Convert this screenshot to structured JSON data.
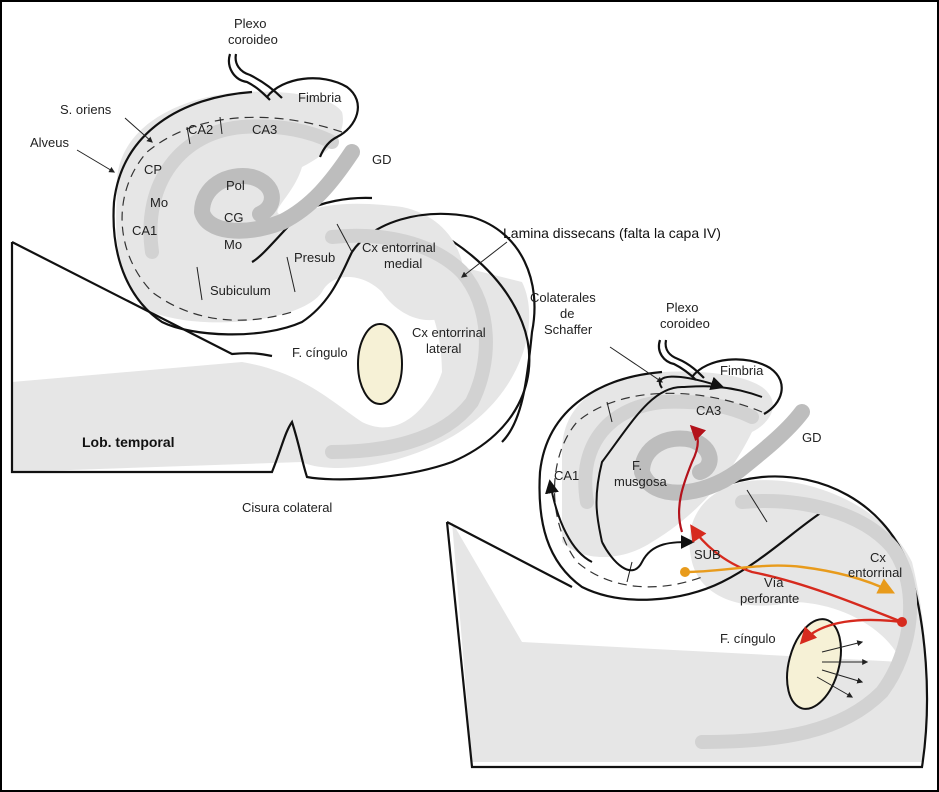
{
  "colors": {
    "tissue": "#e6e6e6",
    "dentate": "#bdbdbd",
    "cingulum": "#f6f1d6",
    "mossy_red": "#b3121b",
    "perforant_red": "#d62a1e",
    "subicular_orange": "#e89b1c",
    "schaffer_black": "#111111"
  },
  "left_panel": {
    "plexo_line1": "Plexo",
    "plexo_line2": "coroideo",
    "fimbria": "Fimbria",
    "s_oriens": "S. oriens",
    "alveus": "Alveus",
    "ca2": "CA2",
    "ca3": "CA3",
    "gd": "GD",
    "cp": "CP",
    "pol": "Pol",
    "mo_upper": "Mo",
    "cg": "CG",
    "ca1": "CA1",
    "mo_lower": "Mo",
    "presub": "Presub",
    "subiculum": "Subiculum",
    "cx_medial_line1": "Cx entorrinal",
    "cx_medial_line2": "medial",
    "lamina": "Lamina dissecans (falta la capa IV)",
    "cx_lateral_line1": "Cx entorrinal",
    "cx_lateral_line2": "lateral",
    "f_cingulo": "F. cíngulo",
    "lob_temporal": "Lob. temporal",
    "cisura": "Cisura colateral"
  },
  "right_panel": {
    "colaterales_line1": "Colaterales",
    "colaterales_line2": "de",
    "colaterales_line3": "Schaffer",
    "plexo_line1": "Plexo",
    "plexo_line2": "coroideo",
    "fimbria": "Fimbria",
    "ca3": "CA3",
    "gd": "GD",
    "ca1": "CA1",
    "f_musgosa_line1": "F.",
    "f_musgosa_line2": "musgosa",
    "sub": "SUB",
    "cx_line1": "Cx",
    "cx_line2": "entorrinal",
    "via_line1": "Vía",
    "via_line2": "perforante",
    "f_cingulo": "F. cíngulo"
  }
}
